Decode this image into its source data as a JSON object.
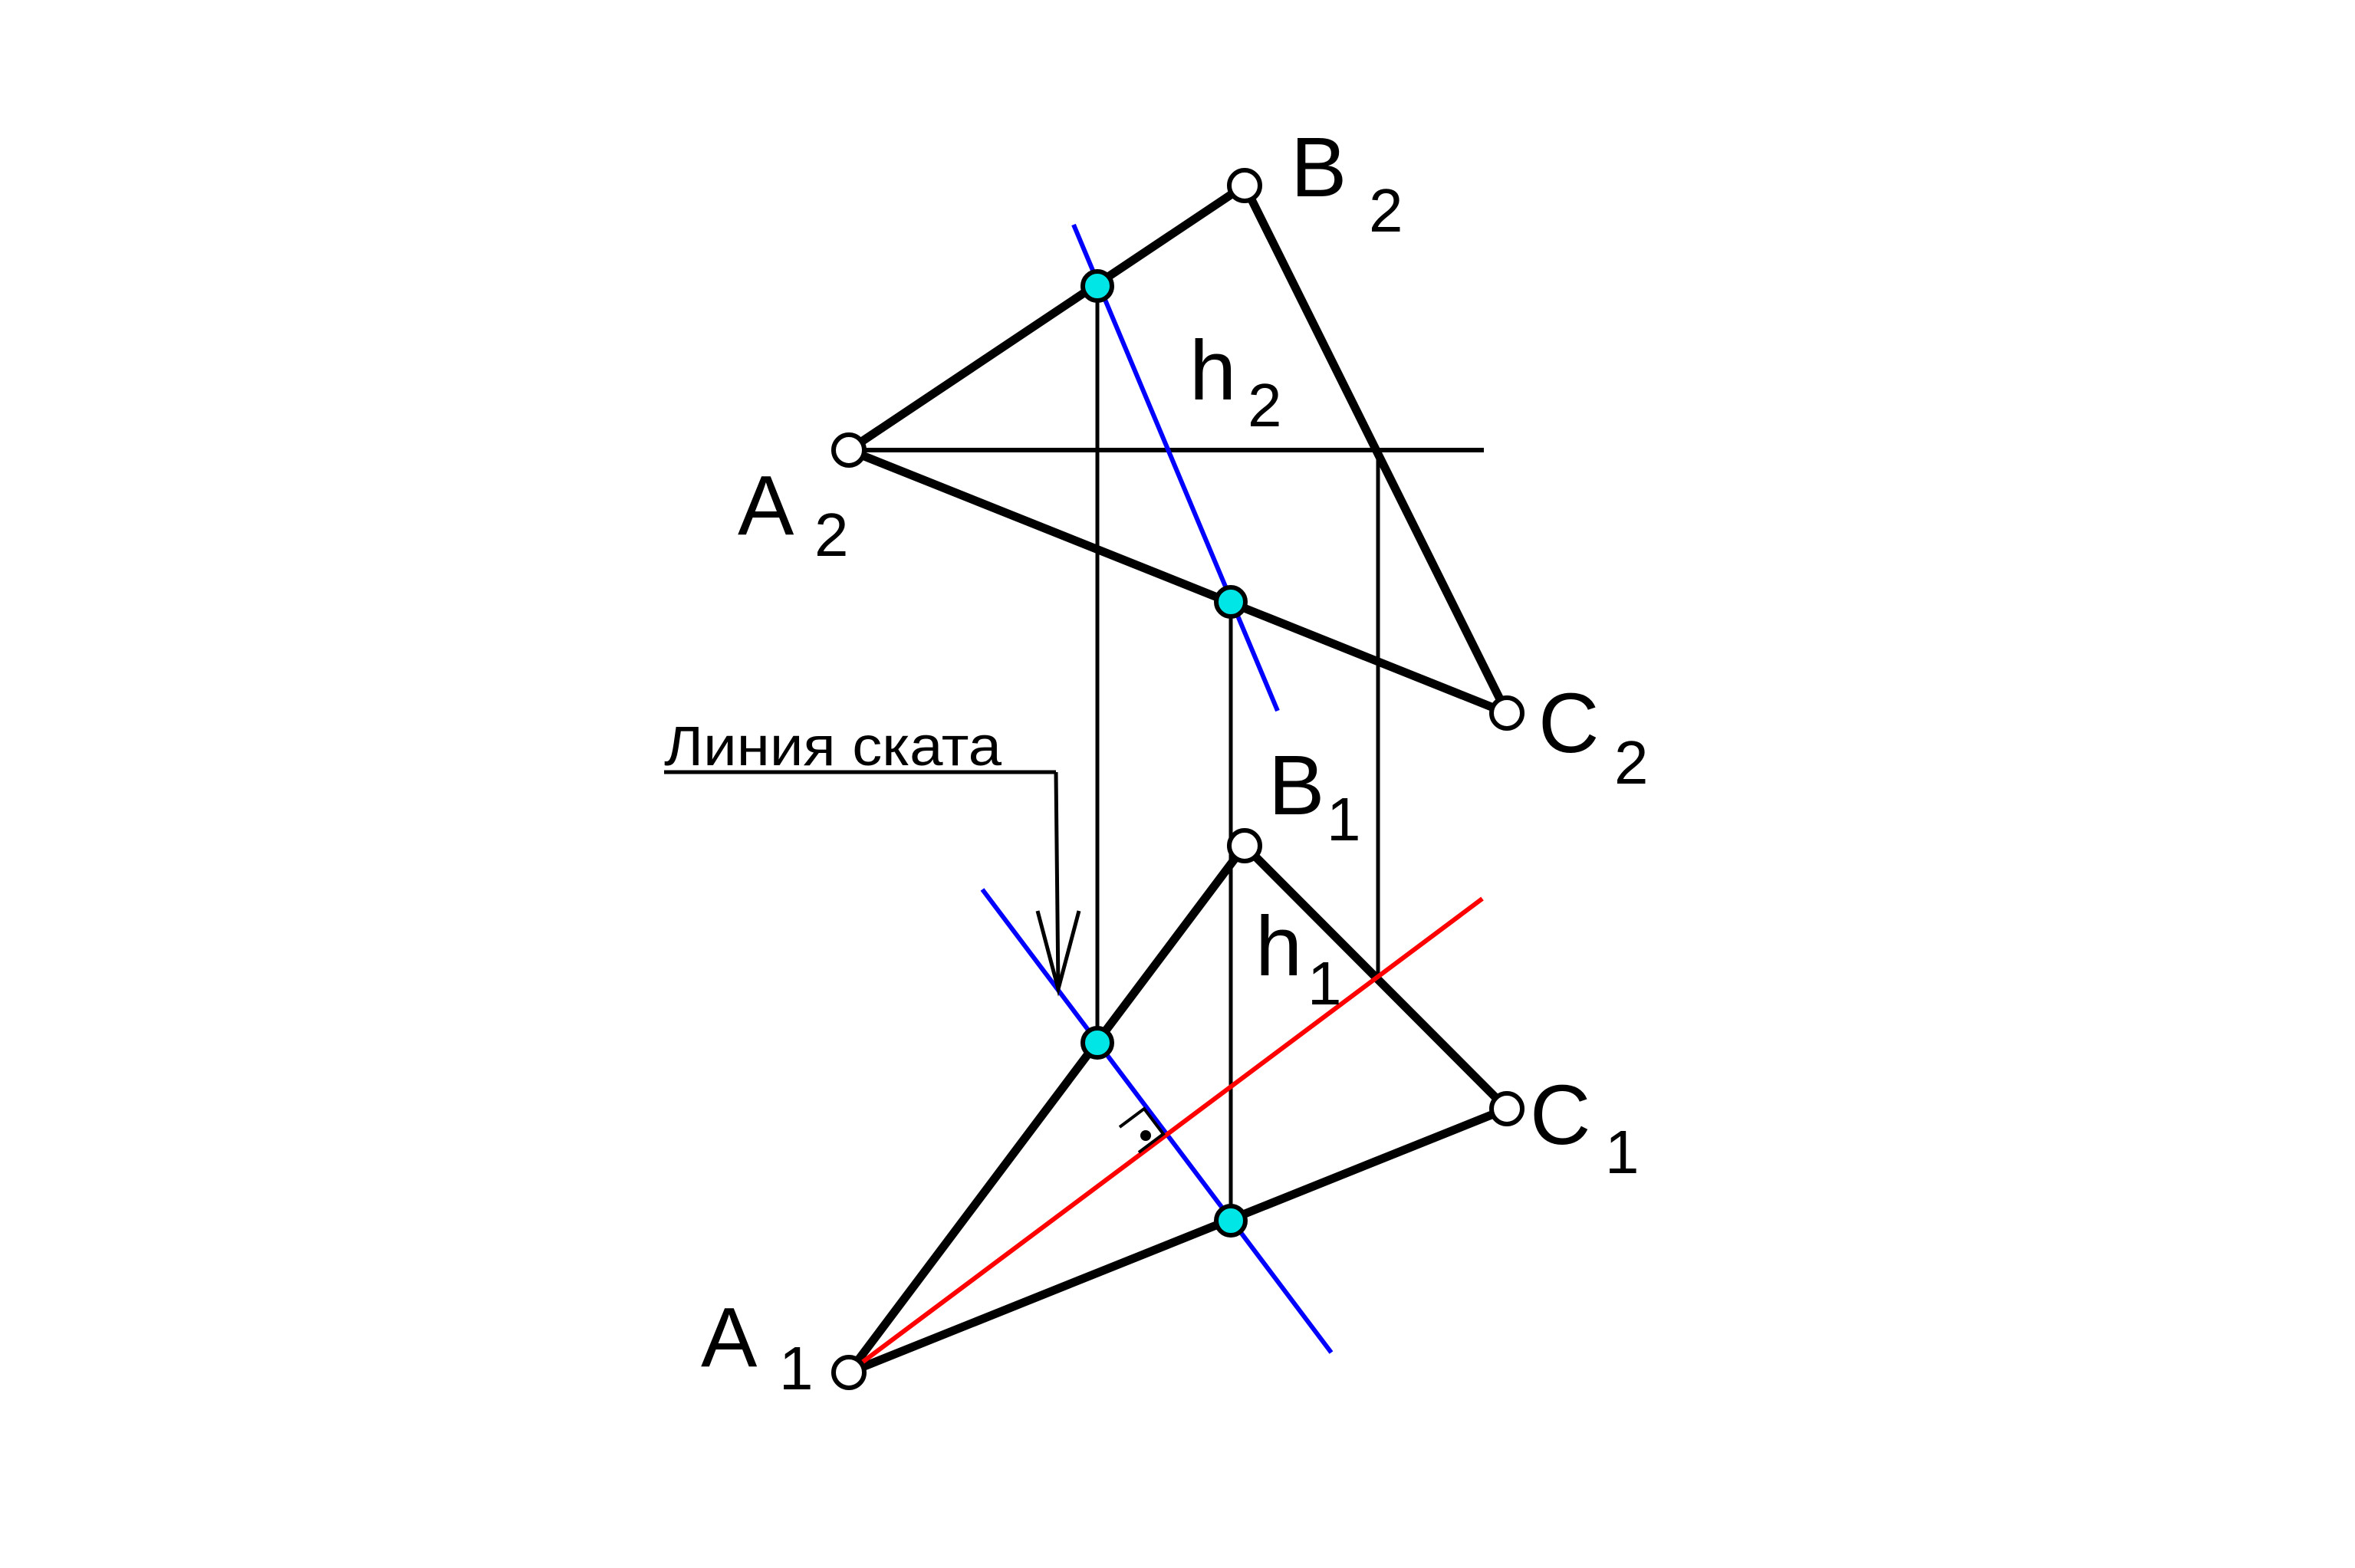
{
  "labels": {
    "A2": {
      "letter": "A",
      "index": "2"
    },
    "B2": {
      "letter": "B",
      "index": "2"
    },
    "C2": {
      "letter": "C",
      "index": "2"
    },
    "h2": {
      "letter": "h",
      "index": "2"
    },
    "A1": {
      "letter": "A",
      "index": "1"
    },
    "B1": {
      "letter": "B",
      "index": "1"
    },
    "C1": {
      "letter": "C",
      "index": "1"
    },
    "h1": {
      "letter": "h",
      "index": "1"
    }
  },
  "caption": "Линия ската",
  "colors": {
    "ink": "#000000",
    "slope_line": "#0000ff",
    "horizontal_projection": "#ff0000",
    "intersection_point": "#00e5e5",
    "vertex_point": "#ffffff"
  }
}
